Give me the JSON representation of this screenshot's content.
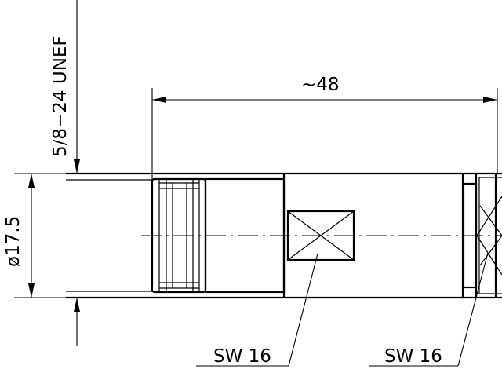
{
  "dimensions": {
    "thread": "5/8−24 UNEF",
    "length": "~48",
    "diameter": "ø17.5"
  },
  "callouts": {
    "wrench_body": "SW 16",
    "wrench_nut": "SW 16"
  }
}
